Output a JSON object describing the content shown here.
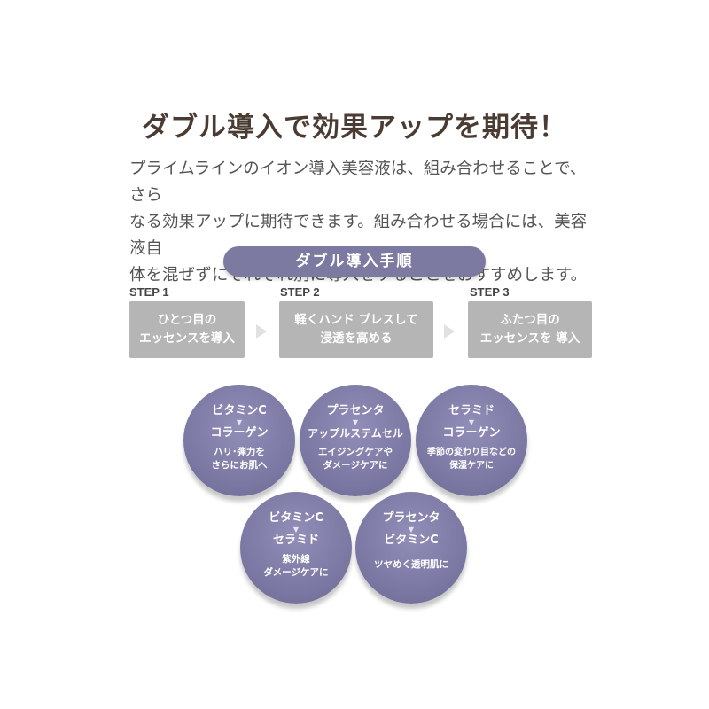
{
  "header": {
    "title": "ダブル導入で効果アップを期待！",
    "description_lines": [
      "プライムラインのイオン導入美容液は、組み合わせることで、さら",
      "なる効果アップに期待できます。組み合わせる場合には、美容液自",
      "体を混ぜずにそれぞれ別に導入をすることをおすすめします。"
    ]
  },
  "procedure": {
    "pill_label": "ダブル導入手順",
    "steps": [
      {
        "label": "STEP 1",
        "lines": [
          "ひとつ目の",
          "エッセンスを導入"
        ]
      },
      {
        "label": "STEP 2",
        "lines": [
          "軽くハンド プレスして",
          "浸透を高める"
        ]
      },
      {
        "label": "STEP 3",
        "lines": [
          "ふたつ目の",
          "エッセンスを 導入"
        ]
      }
    ]
  },
  "combinations": [
    {
      "first": "ビタミンC",
      "arrow": "▼",
      "second": "コラーゲン",
      "desc": [
        "ハリ･弾力を",
        "さらにお肌へ"
      ]
    },
    {
      "first": "プラセンタ",
      "arrow": "▼",
      "second": "アップルステムセル",
      "desc": [
        "エイジングケアや",
        "ダメージケアに"
      ]
    },
    {
      "first": "セラミド",
      "arrow": "▼",
      "second": "コラーゲン",
      "desc": [
        "季節の変わり目などの",
        "保湿ケアに"
      ]
    },
    {
      "first": "ビタミンC",
      "arrow": "▼",
      "second": "セラミド",
      "desc": [
        "紫外線",
        "ダメージケアに"
      ]
    },
    {
      "first": "プラセンタ",
      "arrow": "▼",
      "second": "ビタミンC",
      "desc": [
        "ツヤめく透明肌に"
      ]
    }
  ]
}
